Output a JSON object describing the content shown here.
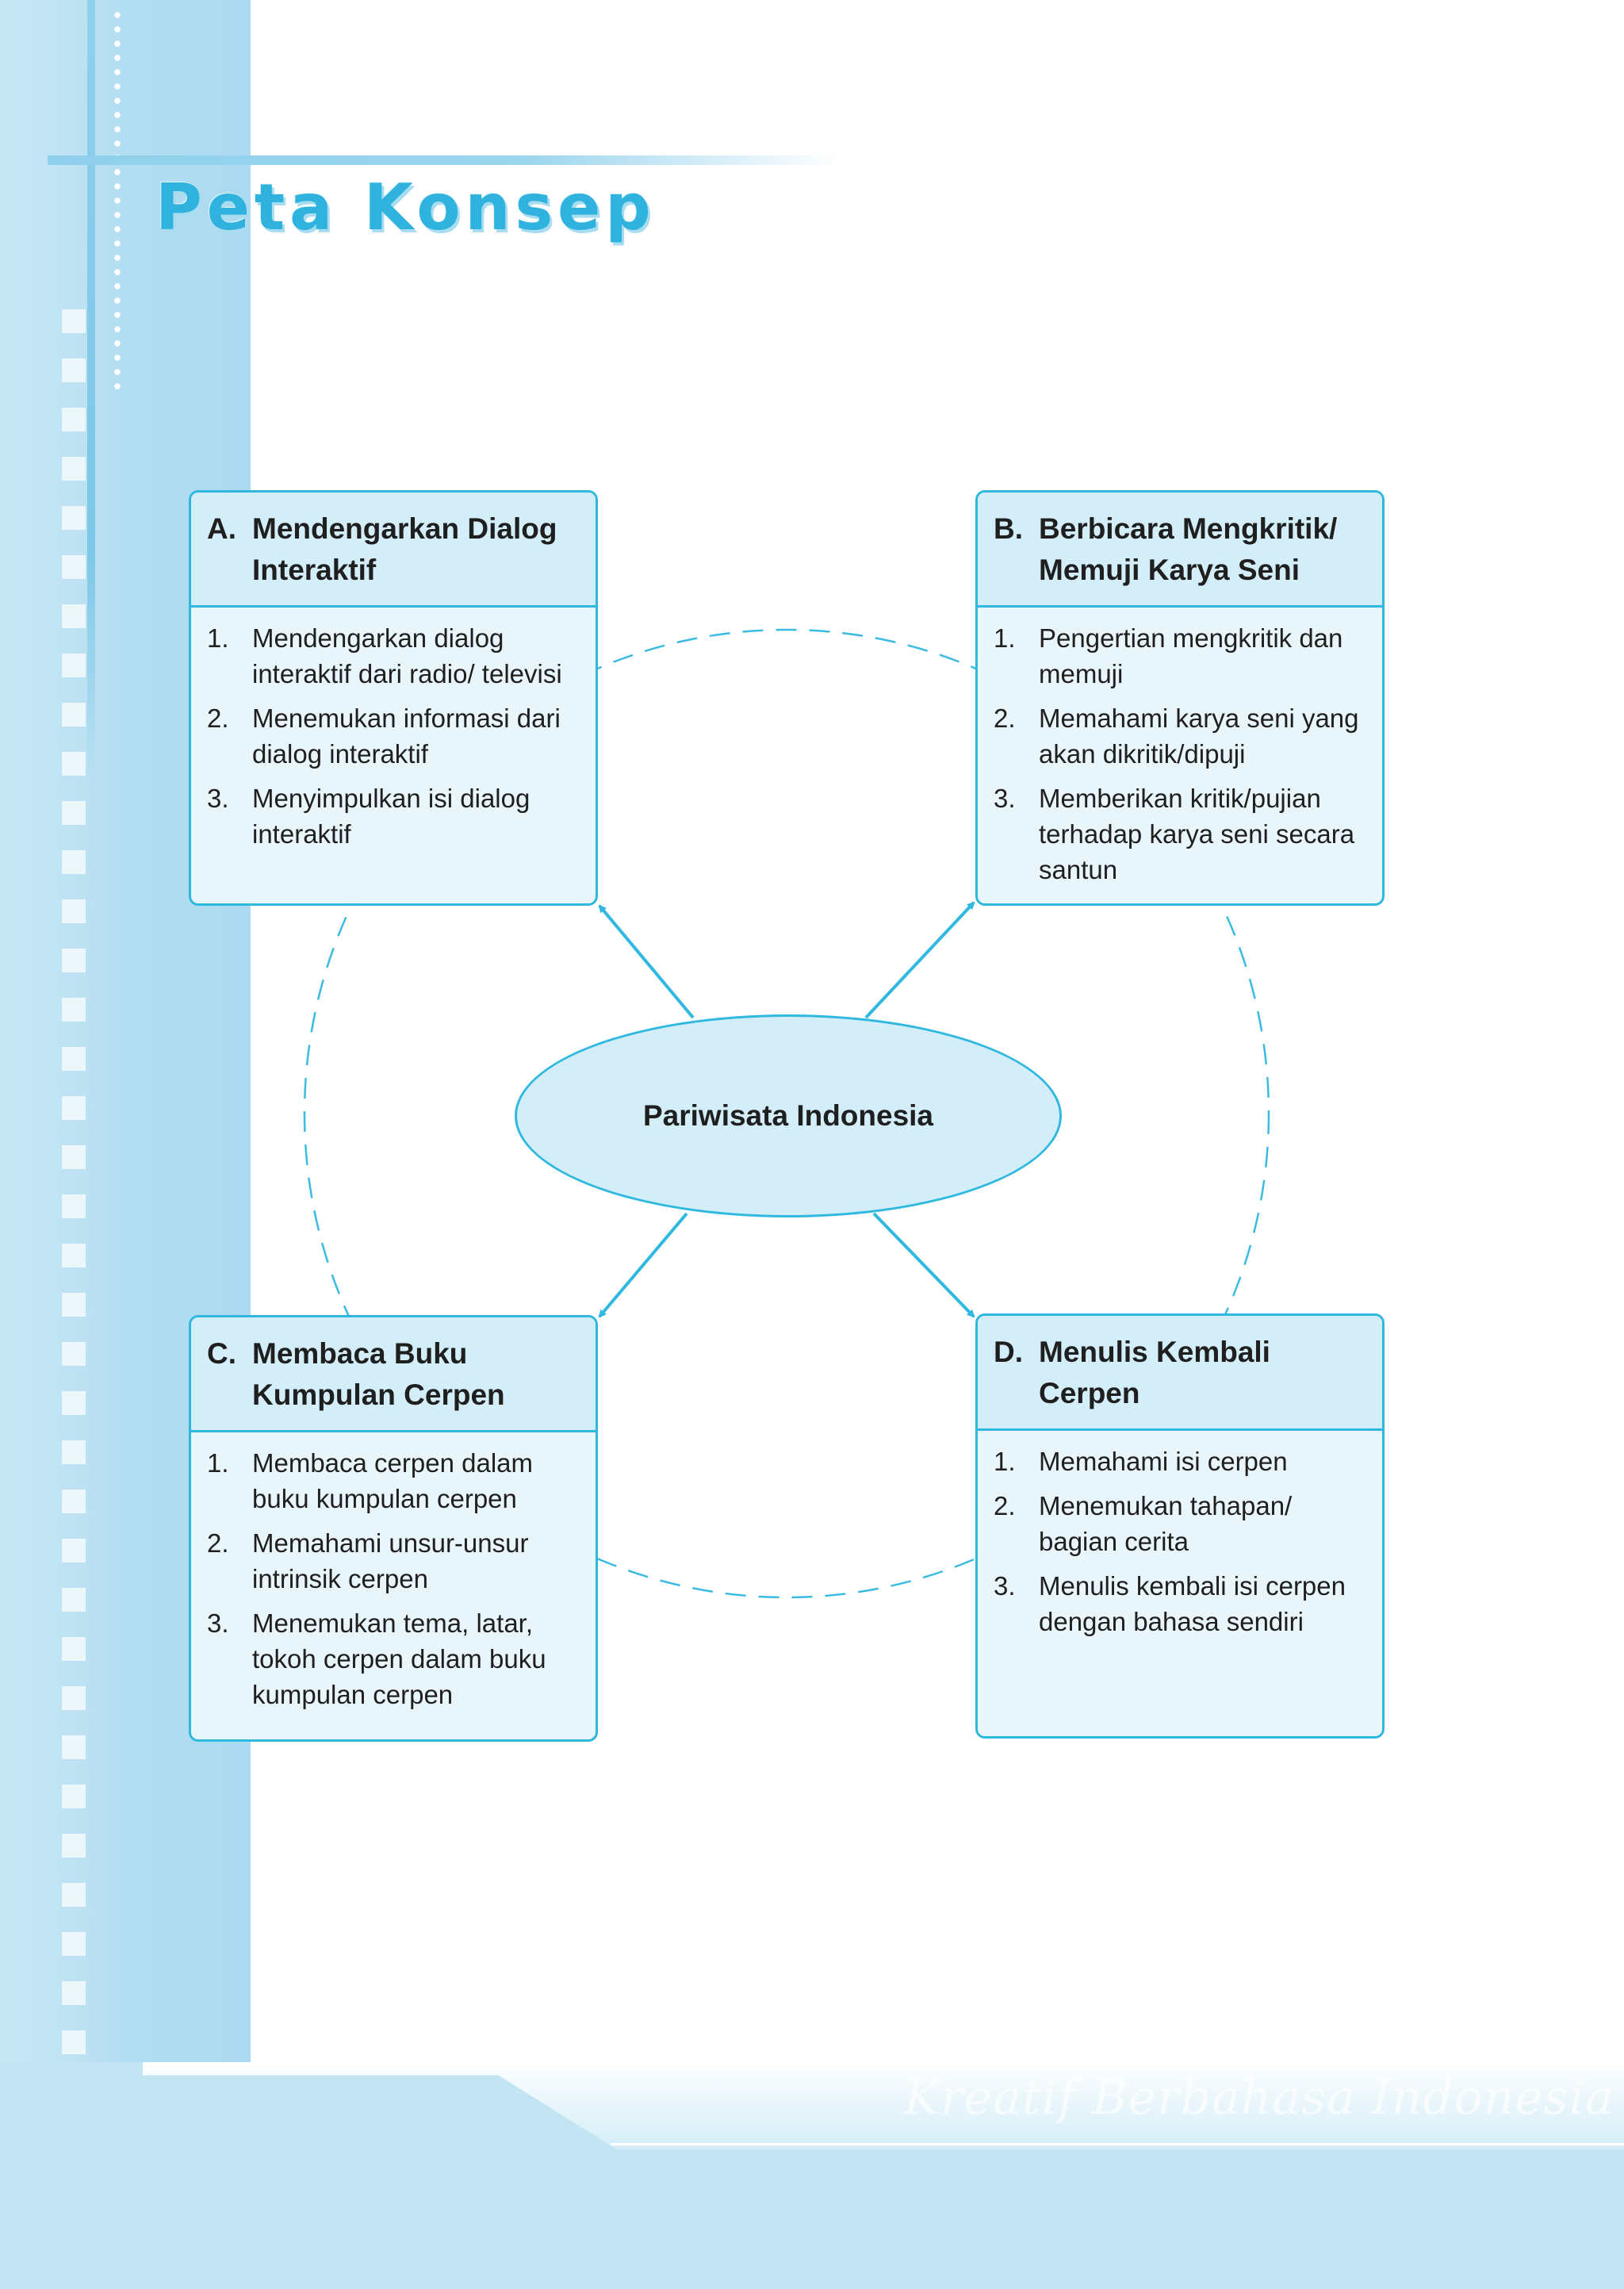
{
  "page": {
    "title": "Peta Konsep",
    "watermark": "Kreatif Berbahasa Indonesia"
  },
  "center": {
    "label": "Pariwisata Indonesia"
  },
  "boxes": [
    {
      "letter": "A.",
      "title": "Mendengarkan Dialog Interaktif",
      "items": [
        {
          "num": "1.",
          "text": "Mendengarkan dialog interaktif dari radio/ televisi"
        },
        {
          "num": "2.",
          "text": "Menemukan informasi dari dialog interaktif"
        },
        {
          "num": "3.",
          "text": "Menyimpulkan isi dialog interaktif"
        }
      ]
    },
    {
      "letter": "B.",
      "title": "Berbicara Mengkritik/ Memuji Karya Seni",
      "items": [
        {
          "num": "1.",
          "text": "Pengertian mengkritik dan memuji"
        },
        {
          "num": "2.",
          "text": "Memahami karya seni yang akan dikritik/dipuji"
        },
        {
          "num": "3.",
          "text": "Memberikan kritik/pujian terhadap karya seni secara santun"
        }
      ]
    },
    {
      "letter": "C.",
      "title": "Membaca Buku Kumpulan Cerpen",
      "items": [
        {
          "num": "1.",
          "text": "Membaca cerpen dalam buku kumpulan cerpen"
        },
        {
          "num": "2.",
          "text": "Memahami unsur-unsur intrinsik cerpen"
        },
        {
          "num": "3.",
          "text": "Menemukan tema, latar, tokoh cerpen dalam buku kumpulan cerpen"
        }
      ]
    },
    {
      "letter": "D.",
      "title": "Menulis Kembali Cerpen",
      "items": [
        {
          "num": "1.",
          "text": "Memahami isi cerpen"
        },
        {
          "num": "2.",
          "text": "Menemukan tahapan/ bagian cerita"
        },
        {
          "num": "3.",
          "text": "Menulis kembali isi cerpen dengan bahasa sendiri"
        }
      ]
    }
  ],
  "colors": {
    "accent": "#2fb8e0",
    "band": "#b2ddf1",
    "box_fill": "#e8f6fb",
    "head_fill": "#d3eef8"
  }
}
